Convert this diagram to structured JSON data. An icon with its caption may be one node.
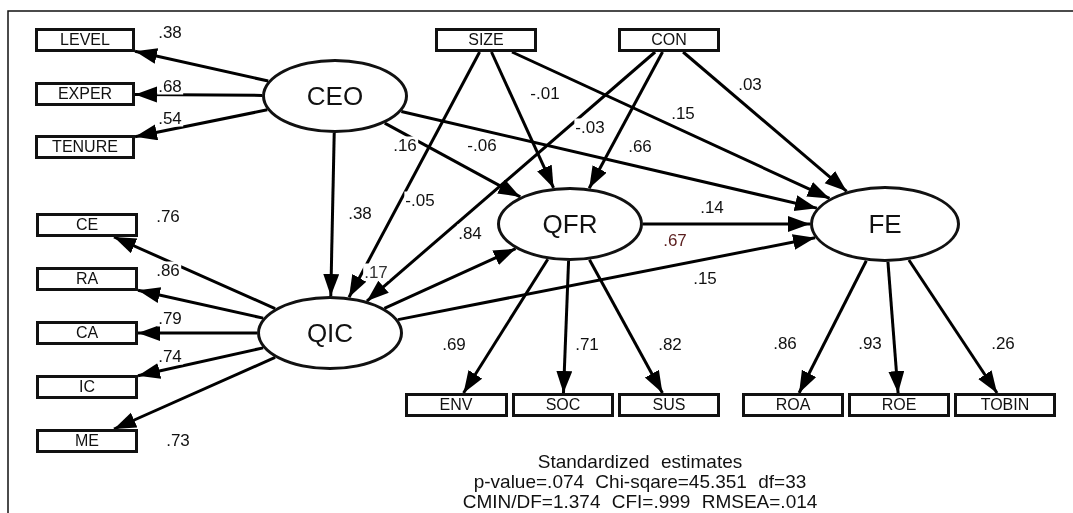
{
  "diagram": {
    "nodes": [
      {
        "text": [
          "LEVEL"
        ]
      },
      {
        "text": [
          "EXPER"
        ]
      },
      {
        "text": [
          "TENURE"
        ]
      },
      {
        "text": [
          "SIZE"
        ]
      },
      {
        "text": [
          "CON"
        ]
      },
      {
        "text": [
          "CEO"
        ]
      },
      {
        "text": [
          "QFR"
        ]
      },
      {
        "text": [
          "FE"
        ]
      },
      {
        "text": [
          "CE"
        ]
      },
      {
        "text": [
          "RA"
        ]
      },
      {
        "text": [
          "CA"
        ]
      },
      {
        "text": [
          "IC"
        ]
      },
      {
        "text": [
          "ME"
        ]
      },
      {
        "text": [
          "QIC"
        ]
      },
      {
        "text": [
          "ENV"
        ]
      },
      {
        "text": [
          "SOC"
        ]
      },
      {
        "text": [
          "SUS"
        ]
      },
      {
        "text": [
          "ROA"
        ]
      },
      {
        "text": [
          "ROE"
        ]
      },
      {
        "text": [
          "TOBIN"
        ]
      }
    ],
    "edges": [
      {
        "from": 5,
        "to": 0,
        "arrow": "to",
        "label": ".38"
      },
      {
        "from": 5,
        "to": 1,
        "arrow": "to",
        "label": ".68"
      },
      {
        "from": 5,
        "to": 2,
        "arrow": "to",
        "label": ".54"
      },
      {
        "from": 5,
        "to": 13,
        "arrow": "to",
        "label": ".38"
      },
      {
        "from": 5,
        "to": 6,
        "arrow": "to",
        "label": ".16"
      },
      {
        "from": 5,
        "to": 7,
        "arrow": "to",
        "label": "-.06"
      },
      {
        "from": 3,
        "to": 13,
        "arrow": "to",
        "label": "-.05"
      },
      {
        "from": 3,
        "to": 6,
        "arrow": "to",
        "label": "-.01"
      },
      {
        "from": 3,
        "to": 7,
        "arrow": "to",
        "label": ".15"
      },
      {
        "from": 4,
        "to": 13,
        "arrow": "to",
        "label": "-.03"
      },
      {
        "from": 4,
        "to": 6,
        "arrow": "to",
        "label": ".66"
      },
      {
        "from": 4,
        "to": 7,
        "arrow": "to",
        "label": ".03"
      },
      {
        "from": 13,
        "to": 6,
        "arrow": "to",
        "label": ".84"
      },
      {
        "from": 6,
        "to": 7,
        "arrow": "to",
        "label": ".14"
      },
      {
        "from": 13,
        "to": 7,
        "arrow": "to",
        "label": ".15"
      },
      {
        "from": 13,
        "to": 8,
        "arrow": "to",
        "label": ".76"
      },
      {
        "from": 13,
        "to": 9,
        "arrow": "to",
        "label": ".86"
      },
      {
        "from": 13,
        "to": 10,
        "arrow": "to",
        "label": ".79"
      },
      {
        "from": 13,
        "to": 11,
        "arrow": "to",
        "label": ".74"
      },
      {
        "from": 13,
        "to": 12,
        "arrow": "to",
        "label": ".73"
      },
      {
        "from": 6,
        "to": 14,
        "arrow": "to",
        "label": ".69"
      },
      {
        "from": 6,
        "to": 15,
        "arrow": "to",
        "label": ".71"
      },
      {
        "from": 6,
        "to": 16,
        "arrow": "to",
        "label": ".82"
      },
      {
        "from": 7,
        "to": 17,
        "arrow": "to",
        "label": ".86"
      },
      {
        "from": 7,
        "to": 18,
        "arrow": "to",
        "label": ".93"
      },
      {
        "from": 7,
        "to": 19,
        "arrow": "to",
        "label": ".26"
      }
    ],
    "labels": [
      ".17",
      ".67",
      "Standardized estimates",
      "p-value=.074 Chi-sqare=45.351 df=33",
      "CMIN/DF=1.374 CFI=.999 RMSEA=.014"
    ]
  }
}
